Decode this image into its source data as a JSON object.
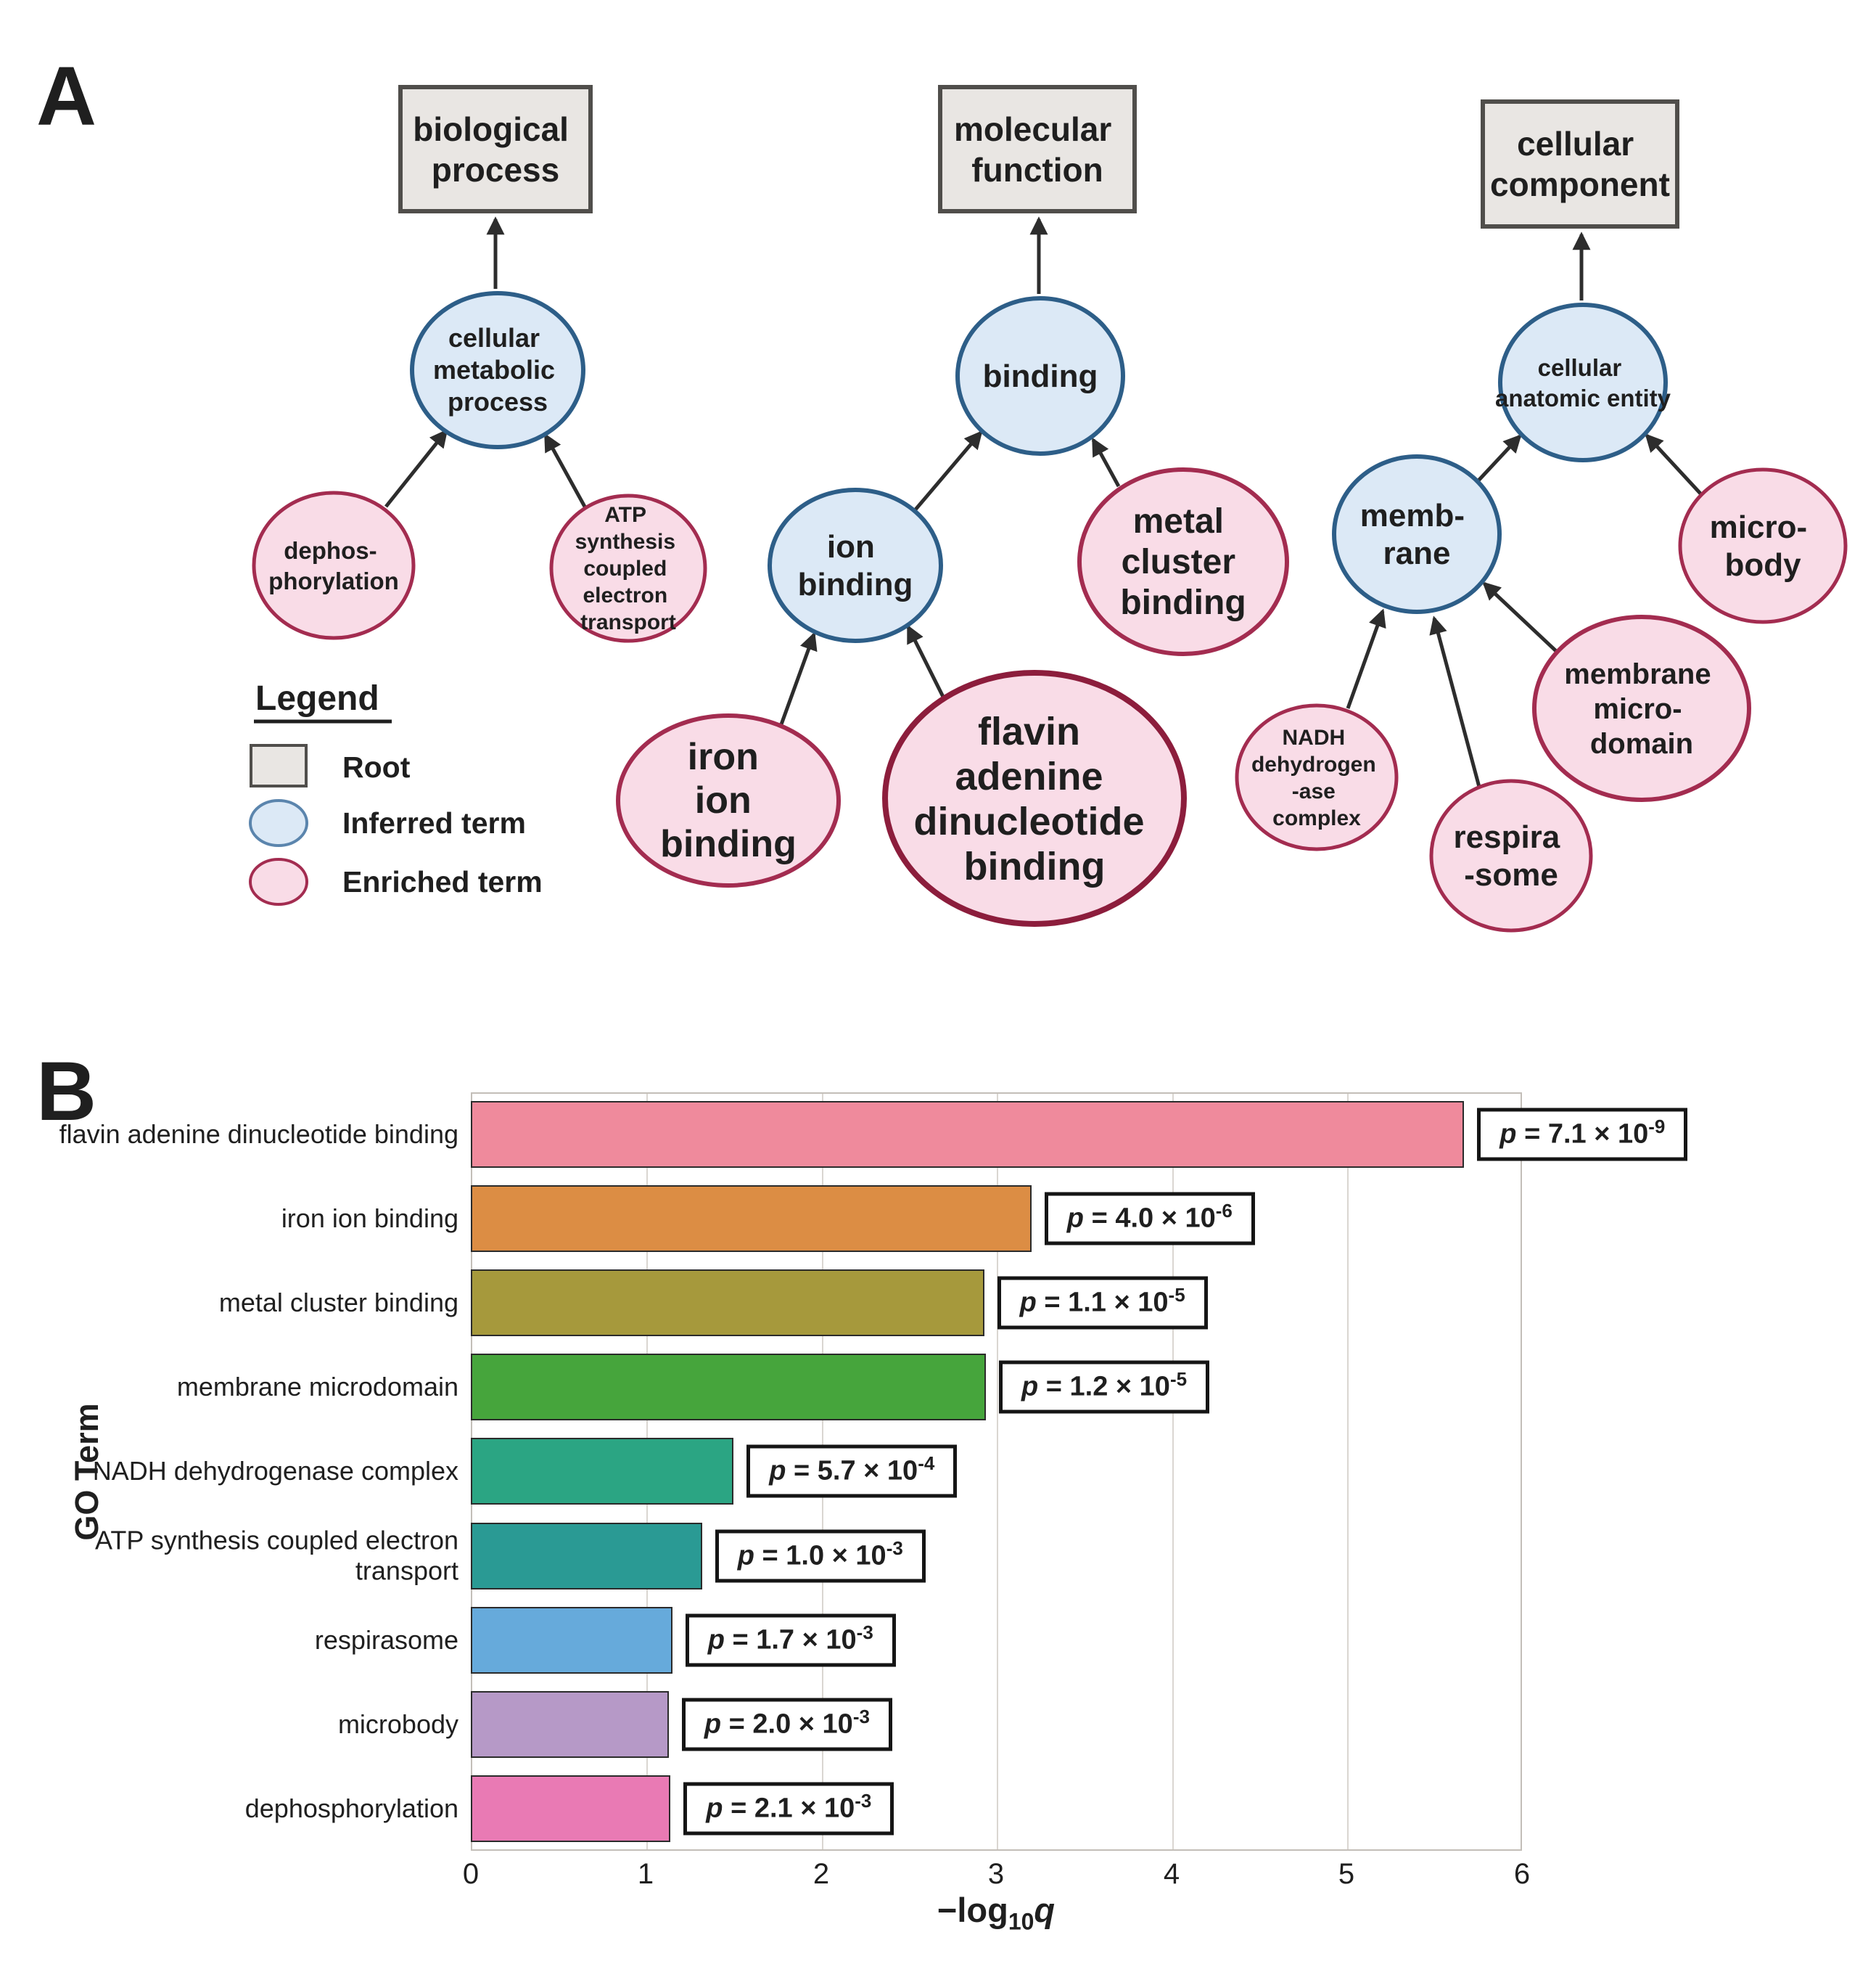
{
  "figure": {
    "panel_a_label": "A",
    "panel_b_label": "B"
  },
  "colors": {
    "root_fill": "#e9e6e3",
    "root_border": "#504e4b",
    "inferred_fill": "#dce9f6",
    "inferred_border": "#2d5e88",
    "enriched_fill": "#f9dce7",
    "enriched_border": "#a32c50",
    "arrow": "#2d2d2d"
  },
  "panelA": {
    "nodes": [
      {
        "id": "biological-process",
        "type": "root",
        "lines": [
          "biological",
          "process"
        ]
      },
      {
        "id": "molecular-function",
        "type": "root",
        "lines": [
          "molecular",
          "function"
        ]
      },
      {
        "id": "cellular-component",
        "type": "root",
        "lines": [
          "cellular",
          "component"
        ]
      },
      {
        "id": "cellular-metabolic-process",
        "type": "inferred",
        "lines": [
          "cellular",
          "metabolic",
          "process"
        ]
      },
      {
        "id": "binding",
        "type": "inferred",
        "lines": [
          "binding"
        ]
      },
      {
        "id": "cellular-anatomic-entity",
        "type": "inferred",
        "lines": [
          "cellular",
          "anatomic entity"
        ]
      },
      {
        "id": "dephosphorylation",
        "type": "enriched",
        "lines": [
          "dephos-",
          "phorylation"
        ]
      },
      {
        "id": "atp-synthesis-coupled-electron-transport",
        "type": "enriched",
        "lines": [
          "ATP",
          "synthesis",
          "coupled",
          "electron",
          "transport"
        ]
      },
      {
        "id": "ion-binding",
        "type": "inferred",
        "lines": [
          "ion",
          "binding"
        ]
      },
      {
        "id": "metal-cluster-binding",
        "type": "enriched",
        "lines": [
          "metal",
          "cluster",
          "binding"
        ]
      },
      {
        "id": "membrane",
        "type": "inferred",
        "lines": [
          "memb-",
          "rane"
        ]
      },
      {
        "id": "microbody",
        "type": "enriched",
        "lines": [
          "micro-",
          "body"
        ]
      },
      {
        "id": "iron-ion-binding",
        "type": "enriched",
        "lines": [
          "iron",
          "ion",
          "binding"
        ]
      },
      {
        "id": "flavin-adenine-dinucleotide-binding",
        "type": "enriched",
        "lines": [
          "flavin",
          "adenine",
          "dinucleotide",
          "binding"
        ]
      },
      {
        "id": "nadh-dehydrogenase-complex",
        "type": "enriched",
        "lines": [
          "NADH",
          "dehydrogen",
          "-ase",
          "complex"
        ]
      },
      {
        "id": "respirasome",
        "type": "enriched",
        "lines": [
          "respira",
          "-some"
        ]
      },
      {
        "id": "membrane-microdomain",
        "type": "enriched",
        "lines": [
          "membrane",
          "micro-",
          "domain"
        ]
      }
    ],
    "legend": {
      "title": "Legend",
      "items": [
        {
          "label": "Root"
        },
        {
          "label": "Inferred term"
        },
        {
          "label": "Enriched term"
        }
      ]
    }
  },
  "chart_data": {
    "type": "bar",
    "orientation": "horizontal",
    "xlabel_parts": {
      "prefix": "−log",
      "sub": "10",
      "var": "q"
    },
    "ylabel": "GO Term",
    "xlim": [
      0,
      6
    ],
    "xticks": [
      "0",
      "1",
      "2",
      "3",
      "4",
      "5",
      "6"
    ],
    "grid": true,
    "rows": [
      {
        "label": "flavin adenine dinucleotide binding",
        "value": 5.67,
        "color": "#ef8a9c",
        "p_var": "p",
        "p_rest": " = 7.1 × 10",
        "p_exp": "-9"
      },
      {
        "label": "iron ion binding",
        "value": 3.2,
        "color": "#dc8d44",
        "p_var": "p",
        "p_rest": " = 4.0 × 10",
        "p_exp": "-6"
      },
      {
        "label": "metal cluster binding",
        "value": 2.93,
        "color": "#a6993c",
        "p_var": "p",
        "p_rest": " = 1.1 × 10",
        "p_exp": "-5"
      },
      {
        "label": "membrane microdomain",
        "value": 2.94,
        "color": "#46a53c",
        "p_var": "p",
        "p_rest": " = 1.2 × 10",
        "p_exp": "-5"
      },
      {
        "label": "NADH dehydrogenase complex",
        "value": 1.5,
        "color": "#2ba583",
        "p_var": "p",
        "p_rest": " = 5.7 × 10",
        "p_exp": "-4"
      },
      {
        "label": "ATP synthesis coupled electron transport",
        "value": 1.32,
        "color": "#2a9a94",
        "p_var": "p",
        "p_rest": " = 1.0 × 10",
        "p_exp": "-3"
      },
      {
        "label": "respirasome",
        "value": 1.15,
        "color": "#66aadb",
        "p_var": "p",
        "p_rest": " = 1.7 × 10",
        "p_exp": "-3"
      },
      {
        "label": "microbody",
        "value": 1.13,
        "color": "#b699c7",
        "p_var": "p",
        "p_rest": " = 2.0 × 10",
        "p_exp": "-3"
      },
      {
        "label": "dephosphorylation",
        "value": 1.14,
        "color": "#e97ab4",
        "p_var": "p",
        "p_rest": " = 2.1 × 10",
        "p_exp": "-3"
      }
    ]
  }
}
